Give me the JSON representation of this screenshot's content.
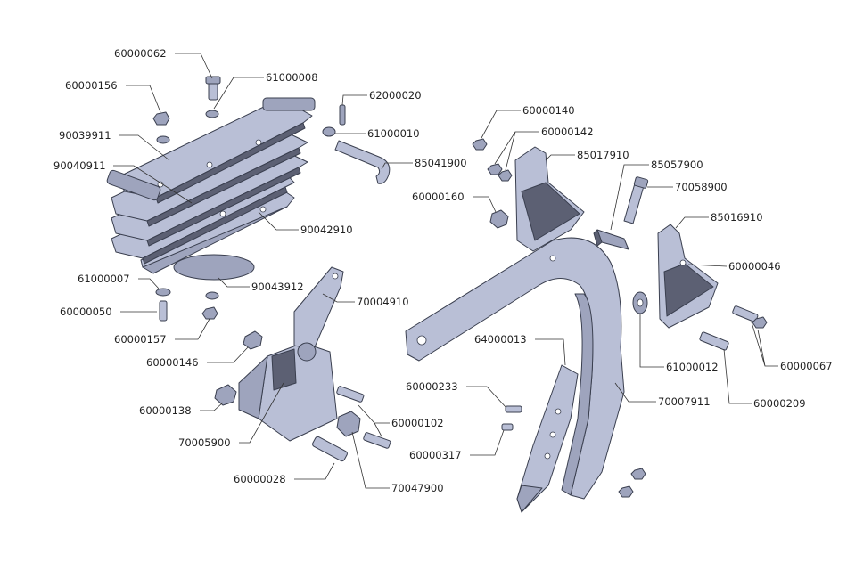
{
  "title": "Exploded parts diagram",
  "labels": [
    "60000062",
    "61000008",
    "60000156",
    "62000020",
    "61000010",
    "90039911",
    "90040911",
    "85041900",
    "90042910",
    "61000007",
    "90043912",
    "60000050",
    "60000157",
    "70004910",
    "60000146",
    "60000138",
    "70005900",
    "60000028",
    "70047900",
    "60000102",
    "60000140",
    "60000142",
    "85017910",
    "85057900",
    "70058900",
    "60000160",
    "85016910",
    "60000046",
    "64000013",
    "61000012",
    "60000067",
    "60000233",
    "70007911",
    "60000209",
    "60000317"
  ],
  "colors": {
    "part_face": "#b9bfd6",
    "part_shade": "#9ea4bd",
    "part_dark": "#5c6073",
    "outline": "#3a3f4f",
    "text": "#222222"
  }
}
